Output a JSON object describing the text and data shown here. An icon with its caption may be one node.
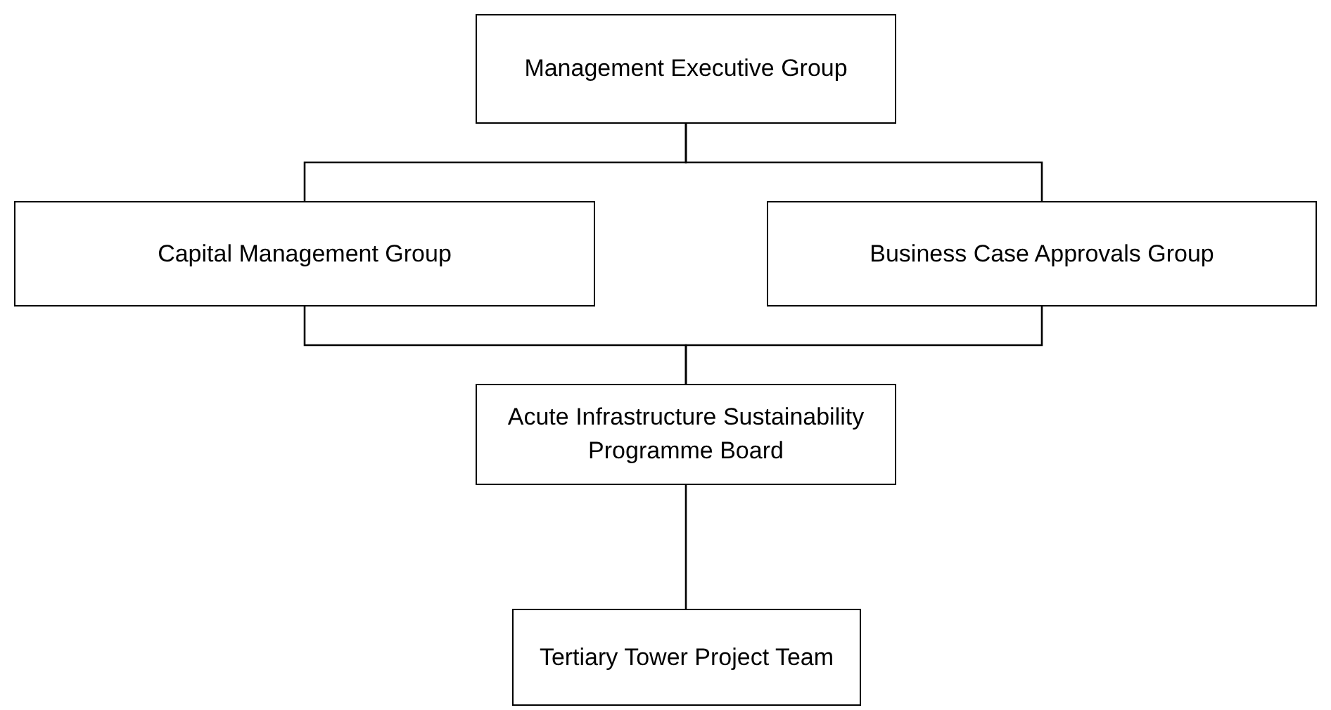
{
  "diagram": {
    "nodes": [
      {
        "text": [
          "Management Executive Group"
        ]
      },
      {
        "text": [
          "Capital Management Group"
        ]
      },
      {
        "text": [
          "Business Case Approvals Group"
        ]
      },
      {
        "text": [
          "Acute Infrastructure Sustainability Programme Board"
        ]
      },
      {
        "text": [
          "Tertiary Tower Project Team"
        ]
      }
    ],
    "edges": [
      {
        "from": 0,
        "to": 1,
        "arrow": "none"
      },
      {
        "from": 0,
        "to": 2,
        "arrow": "none"
      },
      {
        "from": 1,
        "to": 3,
        "arrow": "none"
      },
      {
        "from": 2,
        "to": 3,
        "arrow": "none"
      },
      {
        "from": 3,
        "to": 4,
        "arrow": "none"
      }
    ]
  }
}
